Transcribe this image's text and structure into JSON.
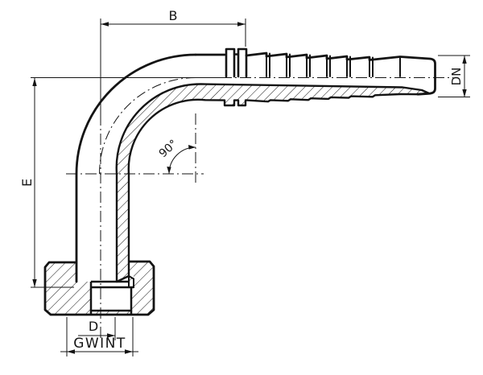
{
  "drawing": {
    "background": "#ffffff",
    "ink": "#141414",
    "type": "technical-section-drawing",
    "subject": "90-degree elbow hose fitting with barbed hose tail and threaded nut, half-section view",
    "dimensions": {
      "b_label": "B",
      "e_label": "E",
      "dn_label": "DN",
      "d_label": "D",
      "gwint_label": "GWINT",
      "angle_label": "90°"
    }
  }
}
